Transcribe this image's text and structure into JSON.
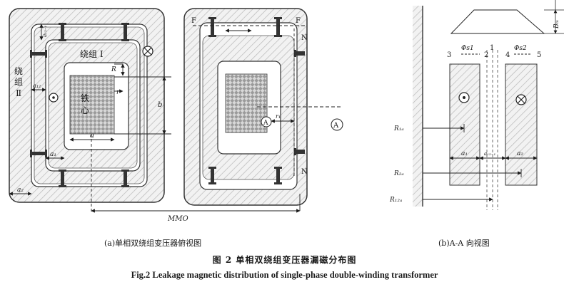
{
  "figure": {
    "caption_a": "(a)单相双绕组变压器俯视图",
    "caption_b": "(b)A-A 向视图",
    "figure_title_zh": "图 2   单相双绕组变压器漏磁分布图",
    "figure_title_en": "Fig.2   Leakage magnetic distribution of single-phase double-winding transformer"
  },
  "view_a": {
    "winding_1": "绕组 Ⅰ",
    "winding_2_top": "绕",
    "winding_2_mid": "组",
    "winding_2_bot": "Ⅱ",
    "core_top": "铁",
    "core_bot": "心",
    "dim_a": "a",
    "dim_a1": "a₁",
    "dim_a2": "a₂",
    "dim_a12": "a₁₂",
    "dim_a12_top": "a₁₂₋₁",
    "dim_b": "b",
    "dim_r": "r",
    "dim_R": "R",
    "dim_r1": "r₁",
    "mmo": "MMO",
    "marker_A": "A",
    "label_F_left": "F",
    "label_F_right": "F",
    "label_N_top": "N",
    "label_N_bottom": "N"
  },
  "view_b": {
    "label_1": "1",
    "label_2": "2",
    "label_3": "3",
    "label_4": "4",
    "label_5": "5",
    "phi_s1": "Φs1",
    "phi_s2": "Φs2",
    "r1a": "R₁ₐ",
    "r2a": "R₂ₐ",
    "r12a": "R₁₂ₐ",
    "a1": "a₁",
    "a12": "a₁₂₋₁",
    "a2": "a₂",
    "bm": "Bₘ"
  }
}
